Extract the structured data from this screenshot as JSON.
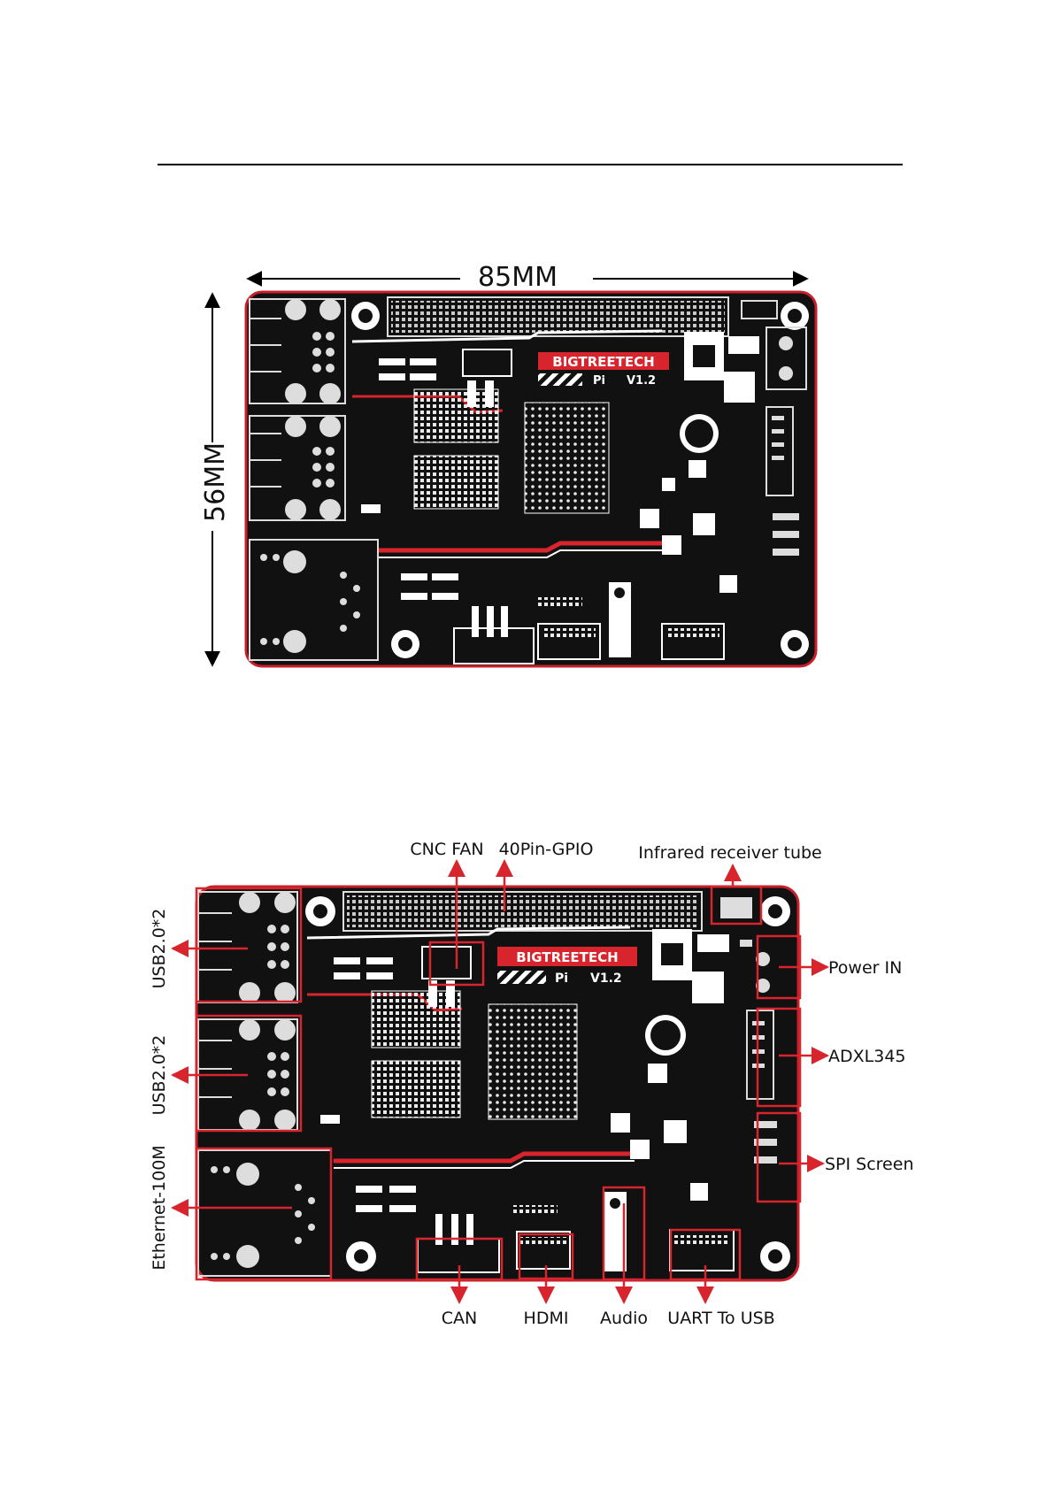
{
  "dimensions": {
    "width_label": "85MM",
    "height_label": "56MM"
  },
  "board": {
    "brand": "BIGTREETECH",
    "model": "Pi",
    "version": "V1.2"
  },
  "callouts": {
    "cnc_fan": "CNC FAN",
    "gpio": "40Pin-GPIO",
    "ir": "Infrared receiver tube",
    "usb_top": "USB2.0*2",
    "usb_bottom": "USB2.0*2",
    "ethernet": "Ethernet-100M",
    "power_in": "Power IN",
    "adxl": "ADXL345",
    "spi": "SPI Screen",
    "can": "CAN",
    "hdmi": "HDMI",
    "audio": "Audio",
    "uart": "UART To USB"
  },
  "colors": {
    "board": "#111111",
    "board_edge": "#c8202a",
    "accent": "#d8252d",
    "callout_box": "#d8252d"
  }
}
